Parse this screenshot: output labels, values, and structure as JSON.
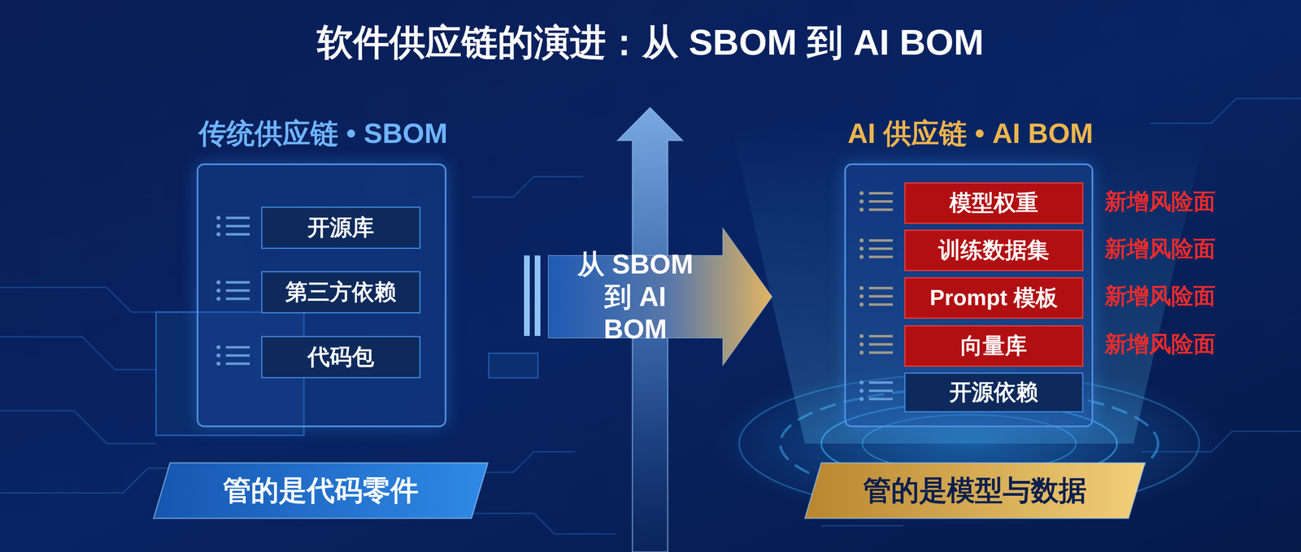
{
  "diagram": {
    "title": "软件供应链的演进：从 SBOM 到 AI BOM",
    "nodes": [
      {
        "text": [
          "传统供应链 • SBOM"
        ]
      },
      {
        "text": [
          "开源库"
        ],
        "in": 0
      },
      {
        "text": [
          "第三方依赖"
        ],
        "in": 0
      },
      {
        "text": [
          "代码包"
        ],
        "in": 0
      },
      {
        "text": [
          "管的是代码零件"
        ]
      },
      {
        "text": [
          "从 SBOM 到 AI BOM"
        ]
      },
      {
        "text": [
          "AI 供应链 • AI BOM"
        ]
      },
      {
        "text": [
          "模型权重"
        ],
        "in": 6
      },
      {
        "text": [
          "训练数据集"
        ],
        "in": 6
      },
      {
        "text": [
          "Prompt 模板"
        ],
        "in": 6
      },
      {
        "text": [
          "向量库"
        ],
        "in": 6
      },
      {
        "text": [
          "开源依赖"
        ],
        "in": 6
      },
      {
        "text": [
          "管的是模型与数据"
        ]
      }
    ],
    "labels": [
      "新增风险面",
      "新增风险面",
      "新增风险面",
      "新增风险面"
    ]
  }
}
